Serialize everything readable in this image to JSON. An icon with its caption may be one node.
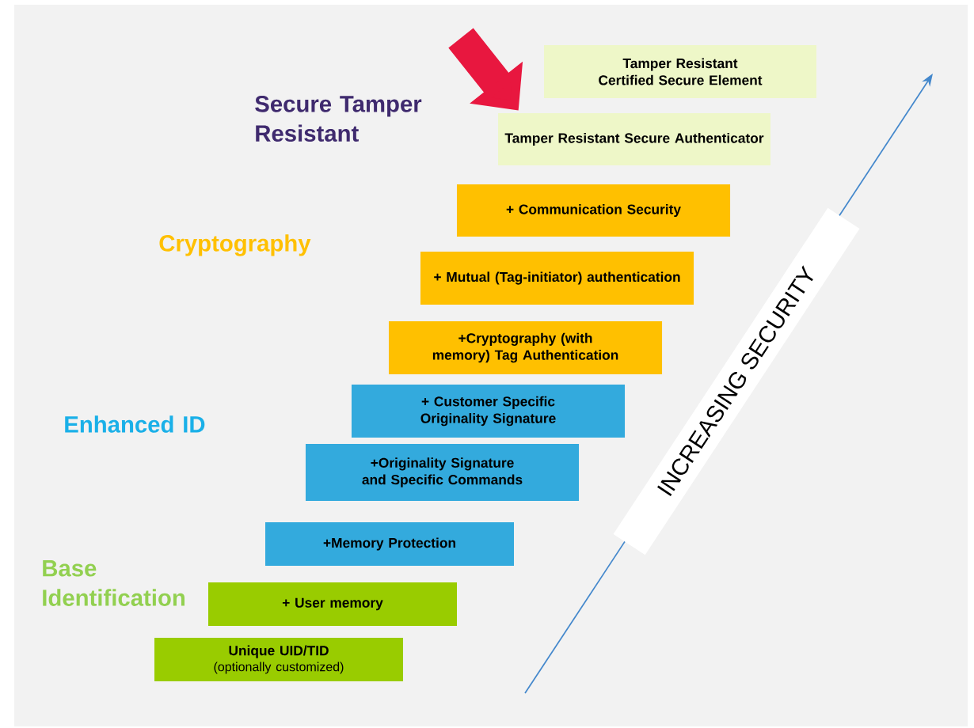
{
  "diagram": {
    "nodes": [
      {
        "text": [
          "Unique UID/TID",
          "(optionally customized)"
        ]
      },
      {
        "text": [
          "+ User memory"
        ]
      },
      {
        "text": [
          "+Memory Protection"
        ]
      },
      {
        "text": [
          "+Originality Signature and Specific Commands"
        ]
      },
      {
        "text": [
          "+ Customer Specific Originality Signature"
        ]
      },
      {
        "text": [
          "+Cryptography (with memory) Tag Authentication"
        ]
      },
      {
        "text": [
          "+ Mutual (Tag-initiator) authentication"
        ]
      },
      {
        "text": [
          "+ Communication Security"
        ]
      },
      {
        "text": [
          "Tamper Resistant Secure Authenticator"
        ]
      },
      {
        "text": [
          "Tamper Resistant Certified Secure Element"
        ]
      }
    ],
    "edges": [
      {
        "from": null,
        "to": 8,
        "arrow": "to",
        "color": "#e8173f"
      }
    ],
    "labels": [
      "Secure Tamper Resistant",
      "Cryptography",
      "Enhanced ID",
      "Base Identification",
      "INCREASING SECURITY"
    ]
  }
}
